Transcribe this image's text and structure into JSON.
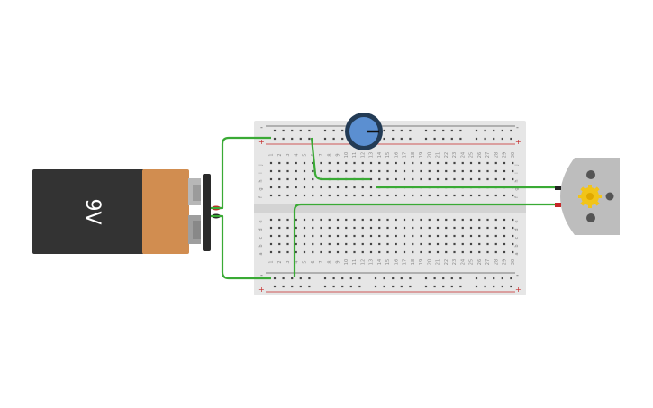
{
  "battery": {
    "label": "9V",
    "body_color": "#333333",
    "top_color": "#d18d50"
  },
  "breadboard": {
    "columns": 30,
    "row_letters_top": [
      "j",
      "i",
      "h",
      "g",
      "f"
    ],
    "row_letters_bottom": [
      "e",
      "d",
      "c",
      "b",
      "a"
    ],
    "rail_plus": "+",
    "rail_minus": "-",
    "board_color": "#e6e6e6",
    "red_line": "#c62828",
    "dark_line": "#555555"
  },
  "potentiometer": {
    "knob_color": "#5b8fd1",
    "ring_color": "#233b55"
  },
  "motor": {
    "body_color": "#bdbdbd",
    "gear_color": "#f2c418"
  },
  "wires": {
    "color": "#3aaa35"
  },
  "terminals": {
    "positive_color": "#c62828",
    "negative_color": "#222222"
  }
}
